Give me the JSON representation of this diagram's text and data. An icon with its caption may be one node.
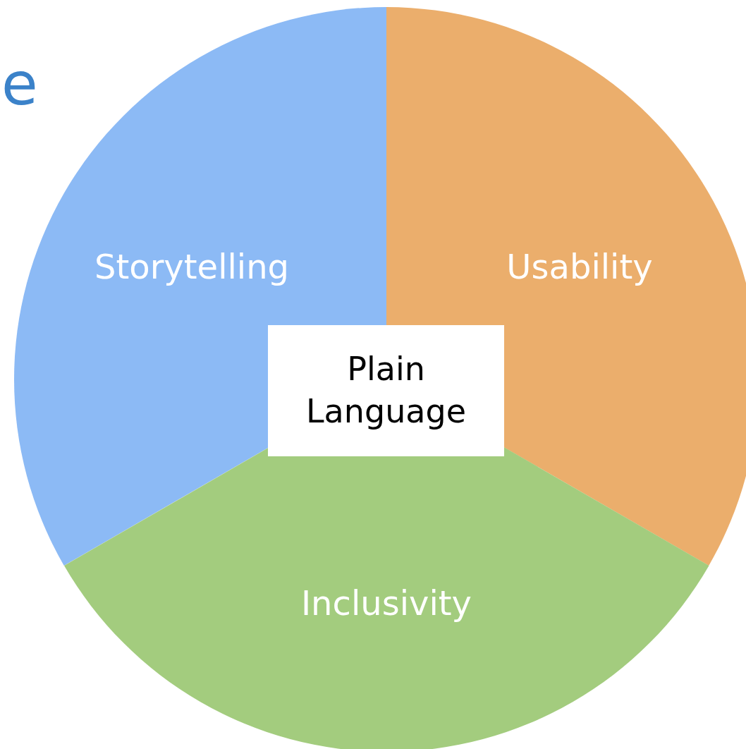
{
  "diagram": {
    "nodes": [
      {
        "text": [
          "Storytelling"
        ]
      },
      {
        "text": [
          "Usability"
        ]
      },
      {
        "text": [
          "Inclusivity"
        ]
      },
      {
        "text": [
          "Plain Language"
        ]
      }
    ],
    "labels": [
      "e"
    ]
  }
}
